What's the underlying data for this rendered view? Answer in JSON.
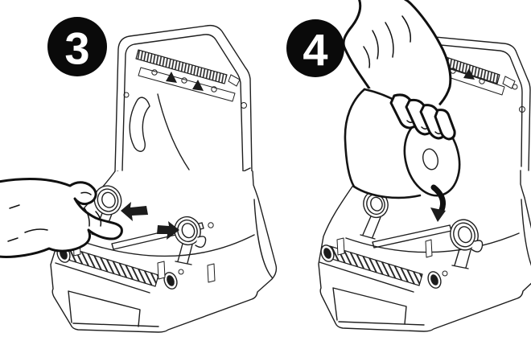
{
  "figure": {
    "panels": [
      {
        "id": "step-3",
        "step_number": "3"
      },
      {
        "id": "step-4",
        "step_number": "4"
      }
    ],
    "colors": {
      "background": "#ffffff",
      "line": "#1f1f1f",
      "badge_fill": "#0a0a0a",
      "badge_text": "#ffffff",
      "arrow_fill": "#101010"
    },
    "icons": {
      "spread_left_arrow": "◀",
      "spread_right_arrow": "▶",
      "insert_down_arrow": "⤵"
    }
  }
}
